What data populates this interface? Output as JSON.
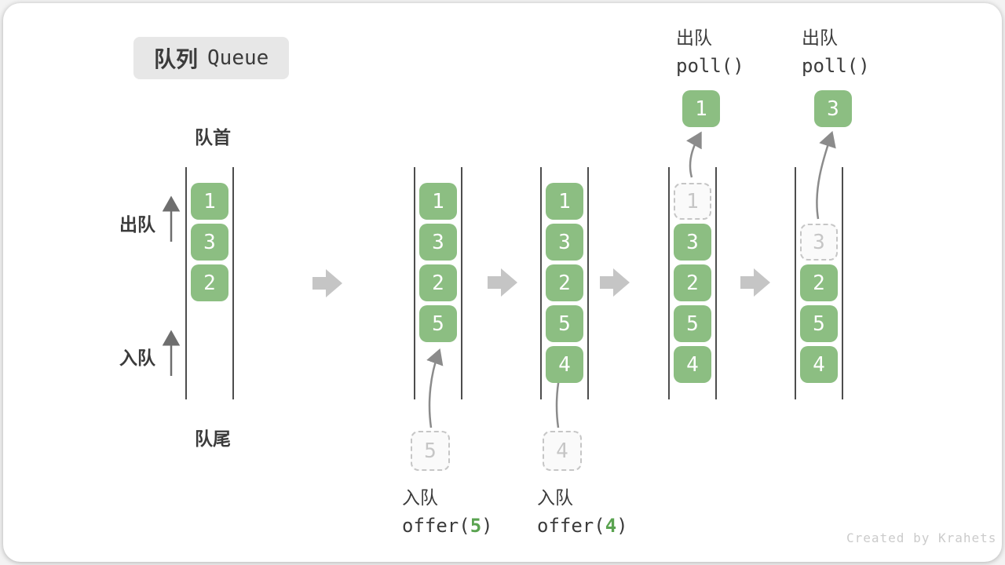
{
  "title": {
    "zh": "队列",
    "en": "Queue"
  },
  "labels": {
    "front": "队首",
    "rear": "队尾",
    "dequeue": "出队",
    "enqueue": "入队",
    "watermark": "Created by Krahets"
  },
  "colors": {
    "cell_green": "#8cbe82",
    "cell_text": "#ffffff",
    "dashed_gray": "#c6c6c6",
    "block_arrow_gray": "#c5c5c5",
    "thin_arrow_gray": "#6e6e6e",
    "curved_arrow_gray": "#8b8b8b",
    "label_dark": "#3b3b3b",
    "code_arg_green": "#5aa350",
    "title_bg": "#e7e7e7",
    "watermark_gray": "#cbcbcb"
  },
  "queues": [
    {
      "cells": [
        {
          "v": "1",
          "row": 0,
          "t": "filled"
        },
        {
          "v": "3",
          "row": 1,
          "t": "filled"
        },
        {
          "v": "2",
          "row": 2,
          "t": "filled"
        }
      ]
    },
    {
      "cells": [
        {
          "v": "1",
          "row": 0,
          "t": "filled"
        },
        {
          "v": "3",
          "row": 1,
          "t": "filled"
        },
        {
          "v": "2",
          "row": 2,
          "t": "filled"
        },
        {
          "v": "5",
          "row": 3,
          "t": "filled"
        }
      ],
      "pending": {
        "v": "5"
      },
      "op": {
        "zh": "入队",
        "fn": "offer(",
        "arg": "5",
        "close": ")"
      }
    },
    {
      "cells": [
        {
          "v": "1",
          "row": 0,
          "t": "filled"
        },
        {
          "v": "3",
          "row": 1,
          "t": "filled"
        },
        {
          "v": "2",
          "row": 2,
          "t": "filled"
        },
        {
          "v": "5",
          "row": 3,
          "t": "filled"
        },
        {
          "v": "4",
          "row": 4,
          "t": "filled"
        }
      ],
      "pending": {
        "v": "4"
      },
      "op": {
        "zh": "入队",
        "fn": "offer(",
        "arg": "4",
        "close": ")"
      }
    },
    {
      "cells": [
        {
          "v": "1",
          "row": 0,
          "t": "dashed"
        },
        {
          "v": "3",
          "row": 1,
          "t": "filled"
        },
        {
          "v": "2",
          "row": 2,
          "t": "filled"
        },
        {
          "v": "5",
          "row": 3,
          "t": "filled"
        },
        {
          "v": "4",
          "row": 4,
          "t": "filled"
        }
      ],
      "polled": {
        "v": "1"
      },
      "top_op": {
        "zh": "出队",
        "fn": "poll()"
      }
    },
    {
      "cells": [
        {
          "v": "3",
          "row": 1,
          "t": "dashed"
        },
        {
          "v": "2",
          "row": 2,
          "t": "filled"
        },
        {
          "v": "5",
          "row": 3,
          "t": "filled"
        },
        {
          "v": "4",
          "row": 4,
          "t": "filled"
        }
      ],
      "polled": {
        "v": "3"
      },
      "top_op": {
        "zh": "出队",
        "fn": "poll()"
      }
    }
  ]
}
